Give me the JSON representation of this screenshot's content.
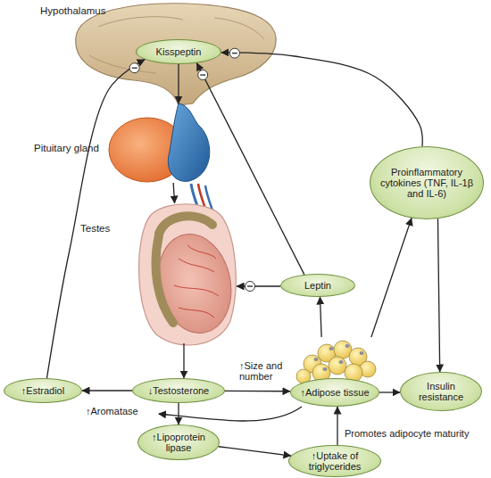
{
  "diagram": {
    "nodes": [
      {
        "text": [
          "Hypothalamus"
        ]
      },
      {
        "text": [
          "Kisspeptin"
        ],
        "in": 0
      },
      {
        "text": [
          "Pituitary gland"
        ]
      },
      {
        "text": [
          "Testes"
        ]
      },
      {
        "text": [
          "Proinflammatory cytokines (TNF, IL-1β and IL-6)"
        ]
      },
      {
        "text": [
          "Leptin"
        ]
      },
      {
        "text": [
          "↑Estradiol"
        ]
      },
      {
        "text": [
          "↓Testosterone"
        ]
      },
      {
        "text": [
          "↑Adipose tissue"
        ]
      },
      {
        "text": [
          "Insulin resistance"
        ]
      },
      {
        "text": [
          "↑Lipoprotein lipase"
        ]
      },
      {
        "text": [
          "↑Uptake of triglycerides"
        ]
      }
    ],
    "edges": [
      {
        "from": 1,
        "to": 2,
        "arrow": "to"
      },
      {
        "from": 2,
        "to": 3,
        "arrow": "to"
      },
      {
        "from": 3,
        "to": 7,
        "arrow": "to"
      },
      {
        "from": 7,
        "to": 6,
        "arrow": "to"
      },
      {
        "from": 6,
        "to": 1,
        "arrow": "to"
      },
      {
        "from": 7,
        "to": 8,
        "label": "↑Size and number",
        "arrow": "to"
      },
      {
        "from": 7,
        "to": 10,
        "arrow": "to"
      },
      {
        "from": 10,
        "to": 11,
        "arrow": "to"
      },
      {
        "from": 11,
        "to": 8,
        "label": "Promotes adipocyte maturity",
        "arrow": "to"
      },
      {
        "from": 8,
        "to": 5,
        "arrow": "to"
      },
      {
        "from": 5,
        "to": 3,
        "arrow": "to"
      },
      {
        "from": 5,
        "to": 1,
        "arrow": "to"
      },
      {
        "from": 8,
        "to": 4,
        "arrow": "to"
      },
      {
        "from": 4,
        "to": 1,
        "arrow": "to"
      },
      {
        "from": 4,
        "to": 9,
        "arrow": "to"
      },
      {
        "from": 8,
        "to": 9,
        "arrow": "to"
      }
    ],
    "labels": [
      "↑Aromatase"
    ]
  }
}
